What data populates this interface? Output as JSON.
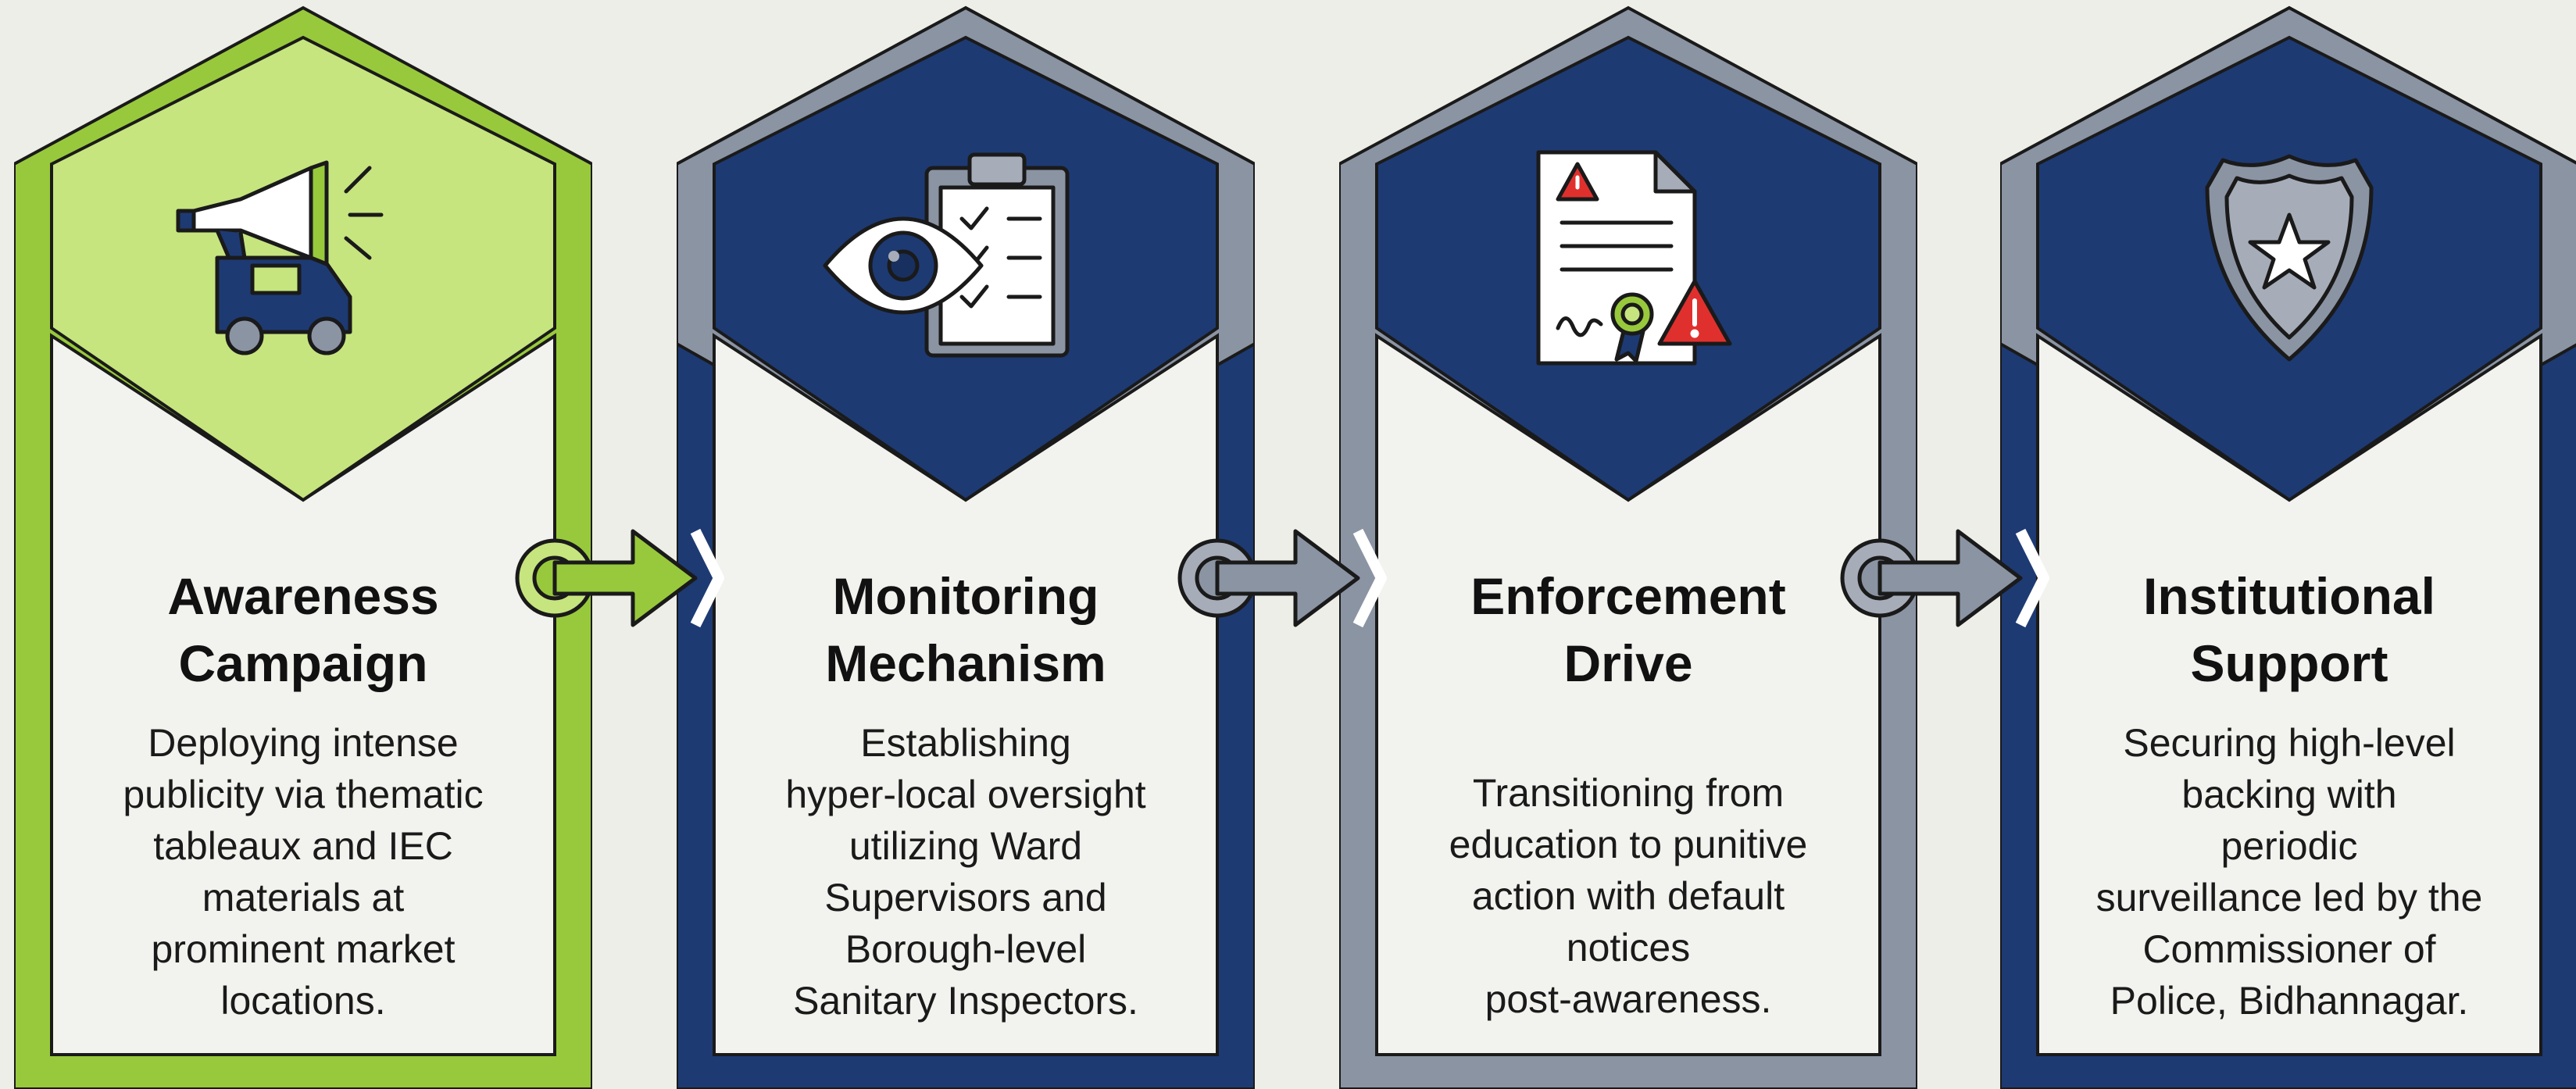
{
  "colors": {
    "background": "#eeeee8",
    "lime": "#98c93c",
    "lime_light": "#c6e57e",
    "navy": "#1d3a73",
    "navy_dark": "#17305f",
    "gray": "#8b94a3",
    "gray_light": "#a6adb9",
    "panel": "#f2f2ee"
  },
  "steps": [
    {
      "title_line1": "Awareness",
      "title_line2": "Campaign",
      "description": [
        "Deploying intense",
        "publicity via thematic",
        "tableaux and IEC",
        "materials at",
        "prominent market",
        "locations."
      ],
      "icon": "megaphone-van-icon"
    },
    {
      "title_line1": "Monitoring",
      "title_line2": "Mechanism",
      "description": [
        "Establishing",
        "hyper-local oversight",
        "utilizing Ward",
        "Supervisors and",
        "Borough-level",
        "Sanitary Inspectors."
      ],
      "icon": "eye-clipboard-icon"
    },
    {
      "title_line1": "Enforcement",
      "title_line2": "Drive",
      "description": [
        "Transitioning from",
        "education to punitive",
        "action with default",
        "notices",
        "post-awareness."
      ],
      "icon": "warning-notice-document-icon"
    },
    {
      "title_line1": "Institutional",
      "title_line2": "Support",
      "description": [
        "Securing high-level",
        "backing with",
        "periodic",
        "surveillance led by the",
        "Commissioner of",
        "Police, Bidhannagar."
      ],
      "icon": "police-badge-icon"
    }
  ]
}
